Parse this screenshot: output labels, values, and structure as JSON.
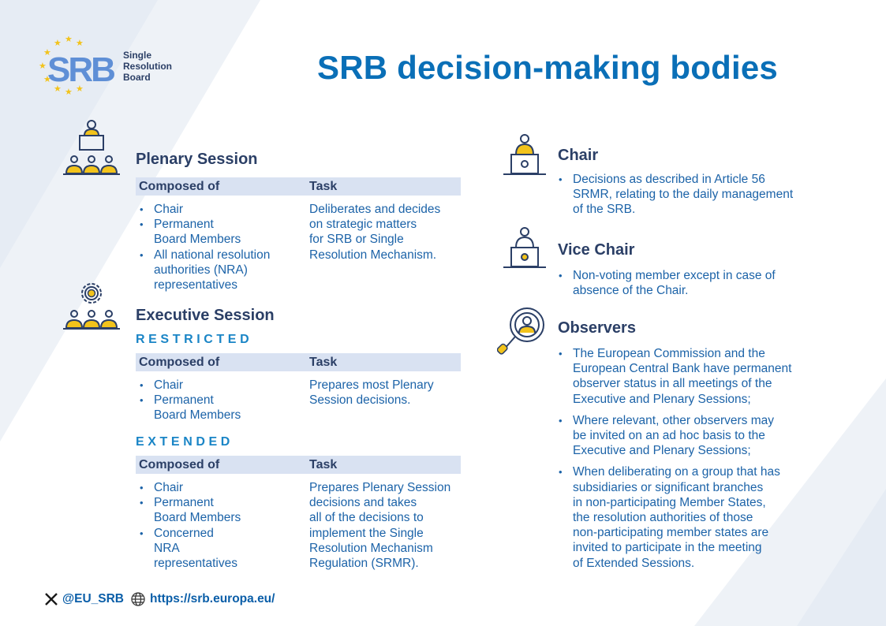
{
  "logo": {
    "mark": "SRB",
    "name_lines": [
      "Single",
      "Resolution",
      "Board"
    ]
  },
  "title": "SRB decision-making bodies",
  "plenary": {
    "heading": "Plenary Session",
    "col_composed": "Composed of",
    "col_task": "Task",
    "composed": [
      "Chair",
      "Permanent Board Members",
      "All national resolution authorities (NRA) representatives"
    ],
    "task_lines": [
      "Deliberates and decides",
      "on strategic matters",
      "for SRB or Single",
      "Resolution Mechanism."
    ]
  },
  "executive": {
    "heading": "Executive Session",
    "restricted": {
      "label": "RESTRICTED",
      "col_composed": "Composed of",
      "col_task": "Task",
      "composed": [
        "Chair",
        "Permanent Board Members"
      ],
      "task_lines": [
        "Prepares most Plenary",
        "Session decisions."
      ]
    },
    "extended": {
      "label": "EXTENDED",
      "col_composed": "Composed of",
      "col_task": "Task",
      "composed": [
        "Chair",
        "Permanent Board Members",
        "Concerned NRA representatives"
      ],
      "task_lines": [
        "Prepares Plenary Session",
        "decisions and takes",
        "all of the decisions to",
        "implement the Single",
        "Resolution Mechanism",
        "Regulation (SRMR)."
      ]
    }
  },
  "chair": {
    "heading": "Chair",
    "bullet_lines": [
      "Decisions as described in Article 56",
      "SRMR, relating to the daily management",
      "of the SRB."
    ]
  },
  "vice_chair": {
    "heading": "Vice Chair",
    "bullet_lines": [
      "Non-voting member except in case of",
      "absence of the Chair."
    ]
  },
  "observers": {
    "heading": "Observers",
    "bullets": [
      [
        "The European Commission and the",
        "European Central Bank have permanent",
        "observer status in all meetings of the",
        "Executive and Plenary Sessions;"
      ],
      [
        "Where relevant, other observers may",
        "be invited on an ad hoc basis to the",
        "Executive and Plenary Sessions;"
      ],
      [
        "When deliberating on a group that has",
        "subsidiaries or significant branches",
        "in non-participating Member States,",
        "the resolution authorities of those",
        "non-participating member states are",
        "invited to participate in the meeting",
        "of Extended Sessions."
      ]
    ]
  },
  "footer": {
    "x_handle": "@EU_SRB",
    "website": "https://srb.europa.eu/"
  },
  "colors": {
    "title": "#0a6fb7",
    "heading": "#2b3f66",
    "text": "#1c63a8",
    "header_fill": "#d9e2f2",
    "icon_gold": "#f2c31b",
    "icon_navy": "#2b3f66"
  }
}
